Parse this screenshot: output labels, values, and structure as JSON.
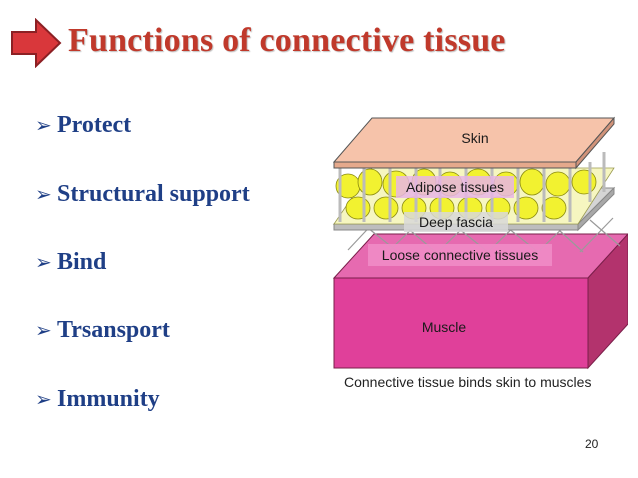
{
  "slide": {
    "title": "Functions of connective tissue",
    "bullet_marker": "➢",
    "bullets": [
      "Protect",
      "Structural support",
      "Bind",
      "Trsansport",
      "Immunity"
    ],
    "page_number": "20",
    "colors": {
      "title": "#c0392b",
      "bullets": "#1f3f86",
      "arrow": "#d9373b"
    }
  },
  "diagram": {
    "labels": {
      "skin": "Skin",
      "adipose": "Adipose tissues",
      "deep_fascia": "Deep fascia",
      "loose": "Loose connective tissues",
      "muscle": "Muscle"
    },
    "caption": "Connective tissue binds skin to muscles",
    "colors": {
      "skin": "#f6c3aa",
      "adipose": "#f2f230",
      "muscle": "#e0409a",
      "muscle_side": "#b3336d",
      "loose": "#f08cc6"
    }
  }
}
